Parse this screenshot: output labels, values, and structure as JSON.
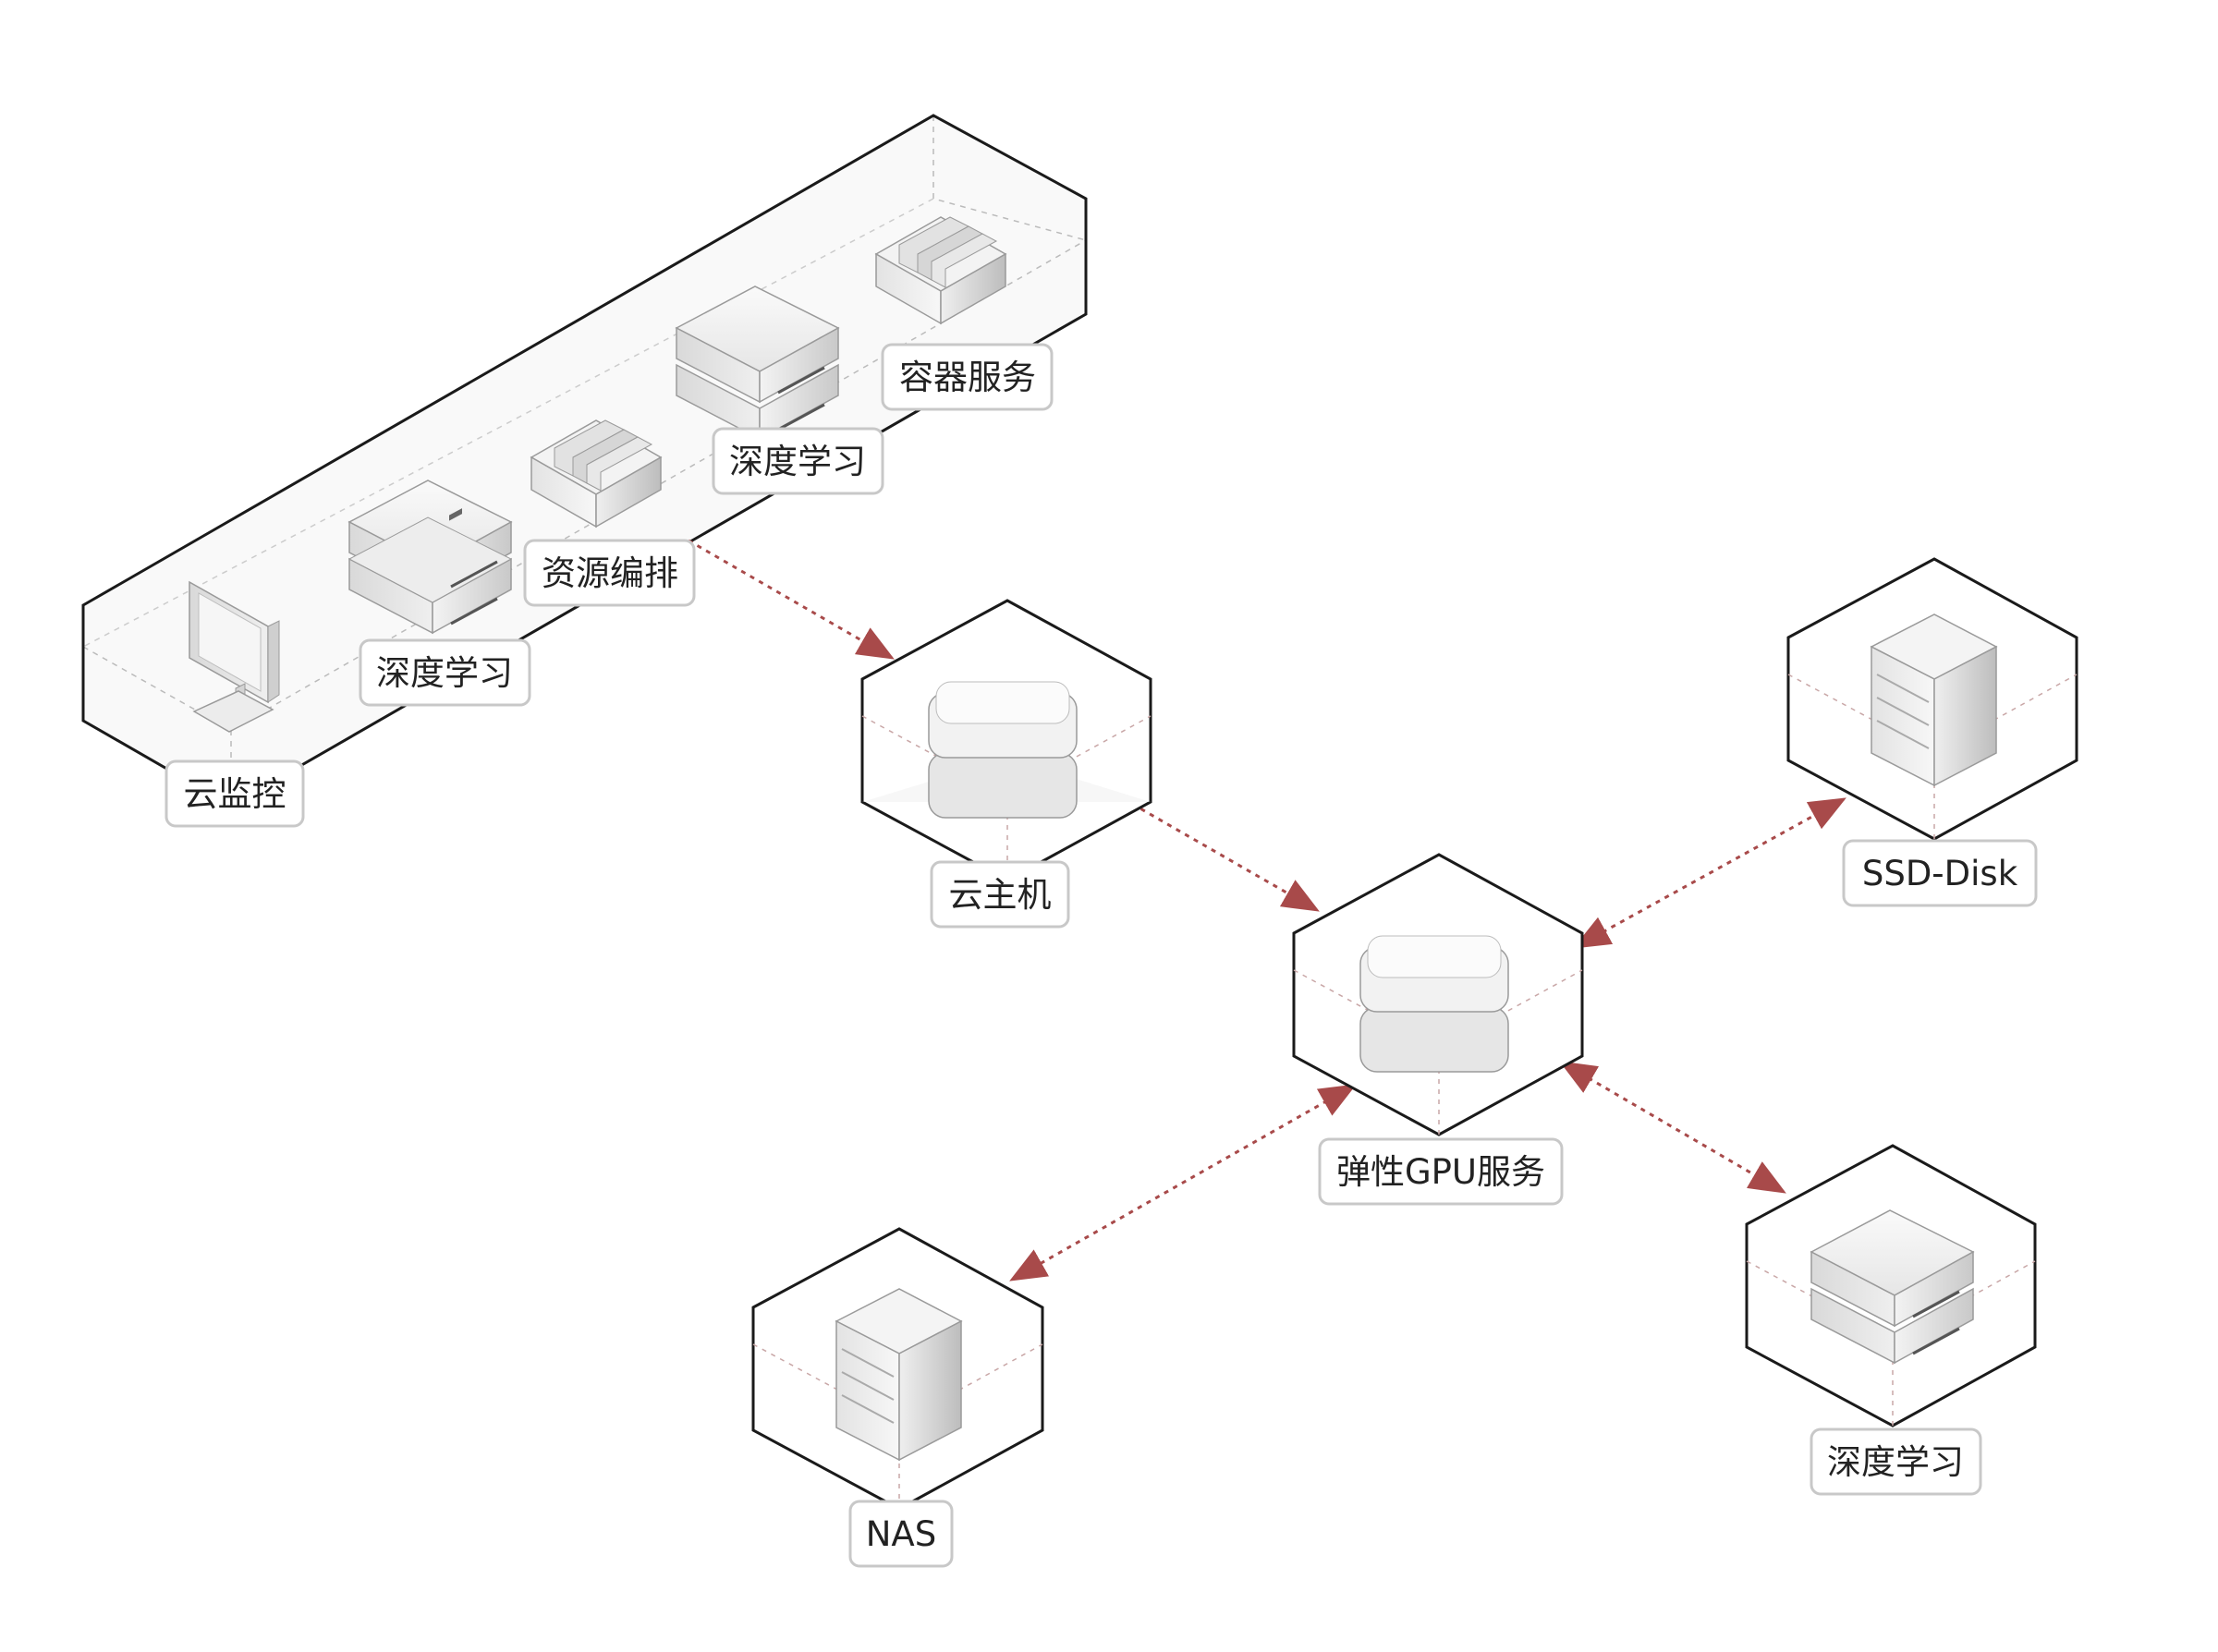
{
  "nodes": {
    "monitor": "云监控",
    "deep_learning_1": "深度学习",
    "orchestration": "资源编排",
    "deep_learning_2": "深度学习",
    "container": "容器服务",
    "cloud_host": "云主机",
    "gpu_service": "弹性GPU服务",
    "ssd_disk": "SSD-Disk",
    "nas": "NAS",
    "deep_learning_3": "深度学习"
  },
  "colors": {
    "arrow": "#a84a4a",
    "box_line": "#1a1a1a",
    "dashed_line": "#c9a7a7",
    "label_border": "#c8c8c8"
  },
  "icons": [
    "monitor-icon",
    "server-stack-icon",
    "rack-icon",
    "tower-server-icon",
    "cube-stack-icon"
  ]
}
